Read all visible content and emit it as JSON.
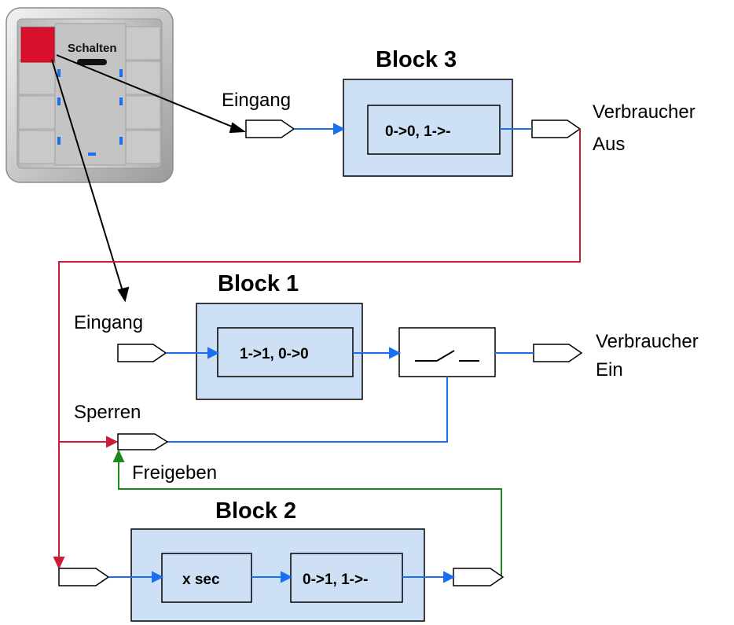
{
  "switch": {
    "label": "Schalten"
  },
  "block3": {
    "title": "Block 3",
    "input_label": "Eingang",
    "function": "0->0,  1->-",
    "output_label_line1": "Verbraucher",
    "output_label_line2": "Aus"
  },
  "block1": {
    "title": "Block 1",
    "input_label": "Eingang",
    "function": "1->1,  0->0",
    "lock_label": "Sperren",
    "release_label": "Freigeben",
    "output_label_line1": "Verbraucher",
    "output_label_line2": "Ein"
  },
  "block2": {
    "title": "Block 2",
    "timer": "x sec",
    "function": "0->1, 1->-"
  },
  "colors": {
    "block_fill": "#cde0f5",
    "blue_line": "#1a6ff0",
    "red_line": "#cc1a3a",
    "green_line": "#1a8a1a",
    "button_red": "#d8102c"
  }
}
